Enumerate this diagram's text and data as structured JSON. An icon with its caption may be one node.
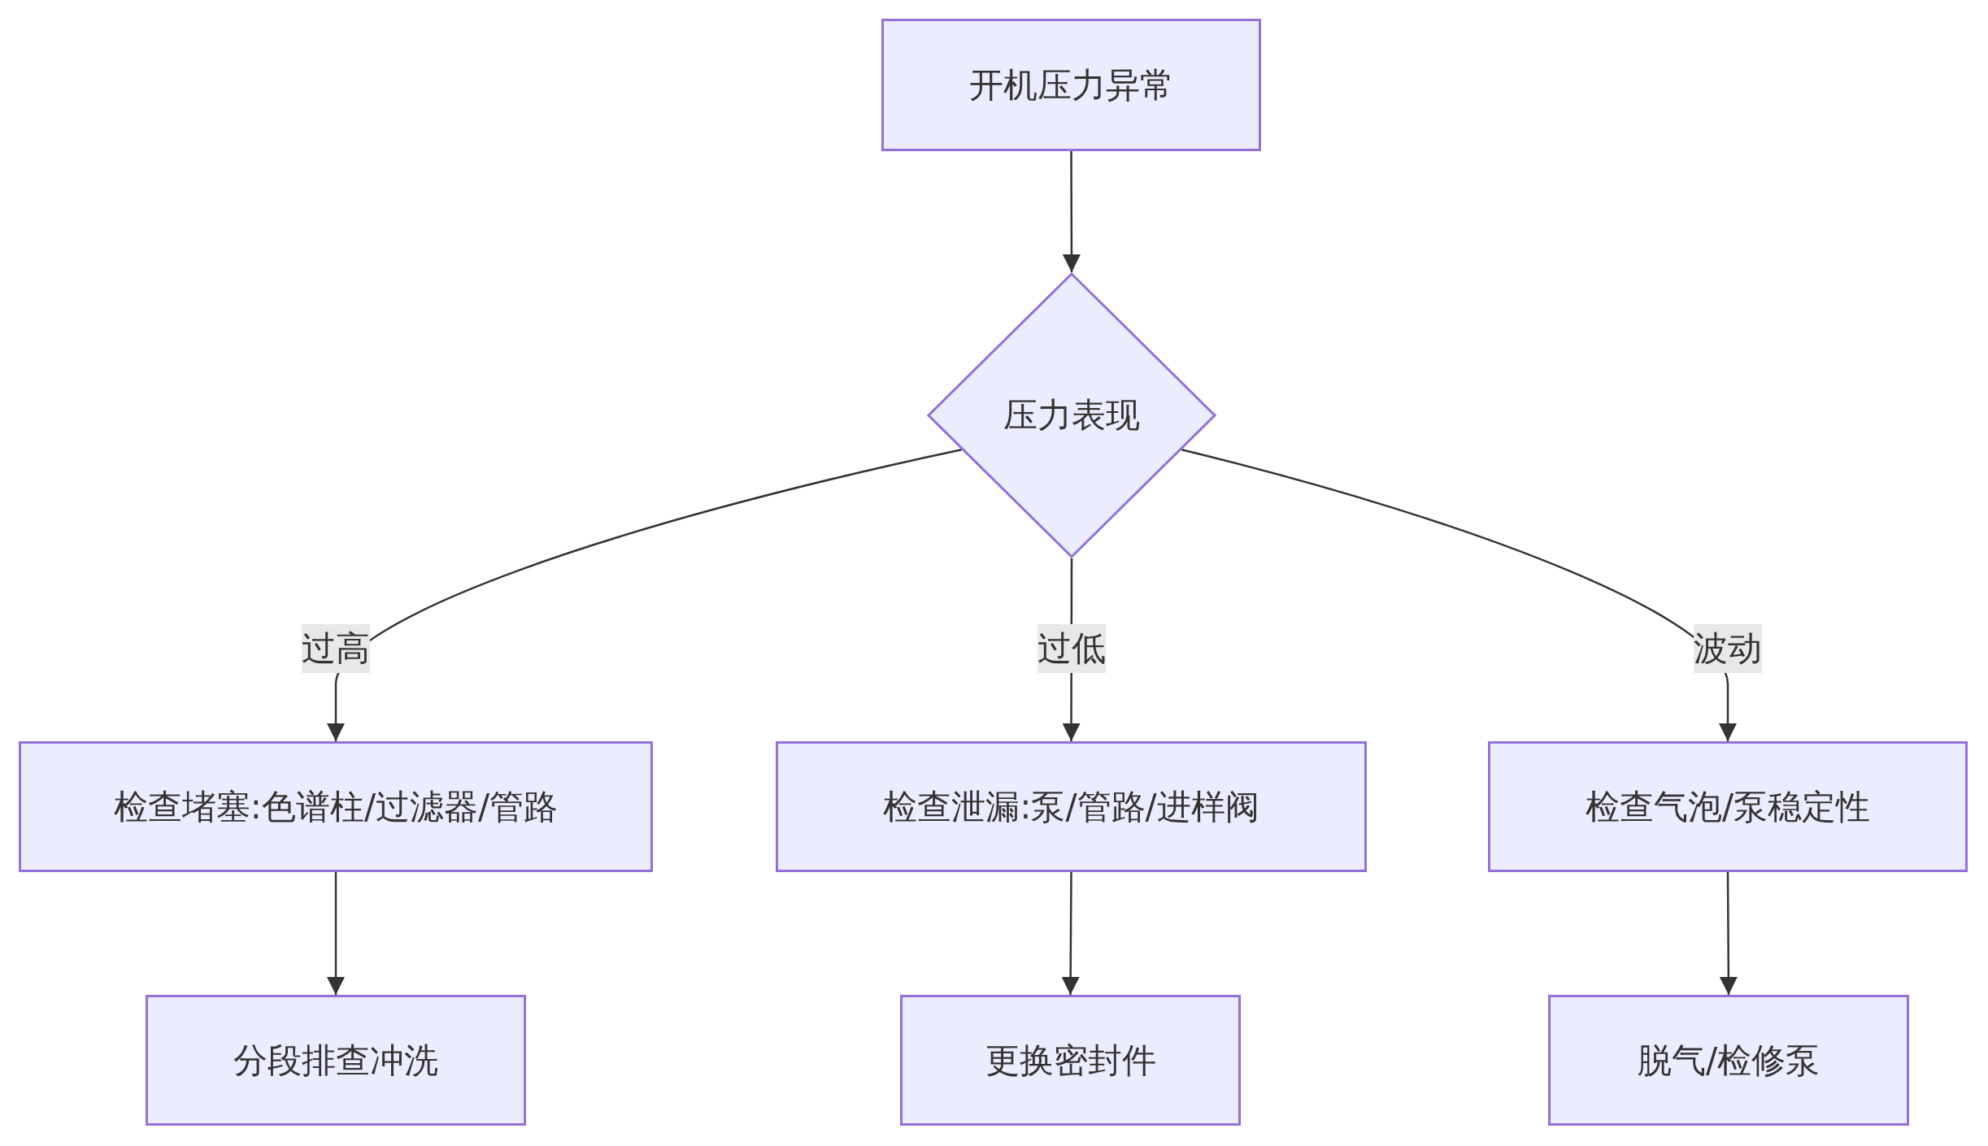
{
  "diagram": {
    "nodes": [
      {
        "text": [
          "开机压力异常"
        ]
      },
      {
        "text": [
          "压力表现"
        ]
      },
      {
        "text": [
          "检查堵塞:色谱柱/过滤器/管路"
        ]
      },
      {
        "text": [
          "检查泄漏:泵/管路/进样阀"
        ]
      },
      {
        "text": [
          "检查气泡/泵稳定性"
        ]
      },
      {
        "text": [
          "分段排查冲洗"
        ]
      },
      {
        "text": [
          "更换密封件"
        ]
      },
      {
        "text": [
          "脱气/检修泵"
        ]
      }
    ],
    "edges": [
      {
        "from": 0,
        "to": 1,
        "arrow": "to"
      },
      {
        "from": 1,
        "to": 2,
        "arrow": "to",
        "label": "过高"
      },
      {
        "from": 1,
        "to": 3,
        "arrow": "to",
        "label": "过低"
      },
      {
        "from": 1,
        "to": 4,
        "arrow": "to",
        "label": "波动"
      },
      {
        "from": 2,
        "to": 5,
        "arrow": "to"
      },
      {
        "from": 3,
        "to": 6,
        "arrow": "to"
      },
      {
        "from": 4,
        "to": 7,
        "arrow": "to"
      }
    ]
  }
}
